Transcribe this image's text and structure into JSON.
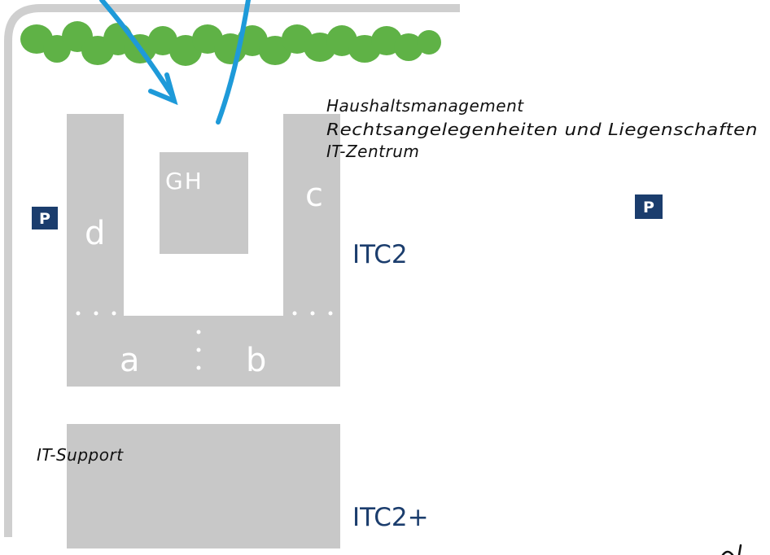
{
  "map": {
    "buildings": {
      "d": "d",
      "a": "a",
      "b": "b",
      "c": "c",
      "gh": "GH"
    },
    "complex_labels": {
      "itc2": "ITC2",
      "itc2_plus": "ITC2+"
    },
    "annotations": {
      "line1": "Haushaltsmanagement",
      "line2": "Rechtsangelegenheiten und Liegenschaften",
      "line3": "IT-Zentrum",
      "support": "IT-Support"
    },
    "parking": {
      "left": "P",
      "right": "P"
    },
    "colors": {
      "building": "#c8c8c8",
      "road": "#cfcfcf",
      "parking_bg": "#1b3d6d",
      "itc_text": "#1b3d6d",
      "arrow": "#1e9ad9",
      "trees": "#5fb246"
    }
  }
}
